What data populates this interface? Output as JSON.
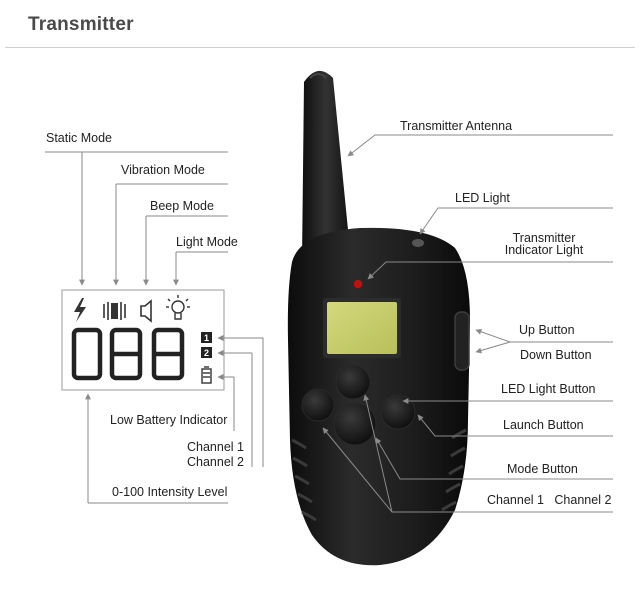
{
  "title": "Transmitter",
  "labels": {
    "static_mode": "Static Mode",
    "vibration_mode": "Vibration Mode",
    "beep_mode": "Beep Mode",
    "light_mode": "Light Mode",
    "low_battery": "Low Battery Indicator",
    "channel_1": "Channel 1",
    "channel_2": "Channel 2",
    "intensity": "0-100 Intensity Level",
    "antenna": "Transmitter Antenna",
    "led_light": "LED Light",
    "indicator_line1": "Transmitter",
    "indicator_line2": "Indicator Light",
    "up_button": "Up Button",
    "down_button": "Down Button",
    "led_light_button": "LED Light Button",
    "launch_button": "Launch Button",
    "mode_button": "Mode Button",
    "channel_buttons": "Channel 1   Channel 2"
  },
  "lcd": {
    "digits": "088",
    "channel_1": "1",
    "channel_2": "2"
  },
  "icons": [
    "lightning-icon",
    "vibration-icon",
    "speaker-icon",
    "bulb-icon",
    "battery-icon"
  ],
  "colors": {
    "device_body": "#1a1a1a",
    "lcd_screen": "#c9cf6e",
    "indicator_led": "#c0100f",
    "leader_lines": "#8a8a8a"
  }
}
